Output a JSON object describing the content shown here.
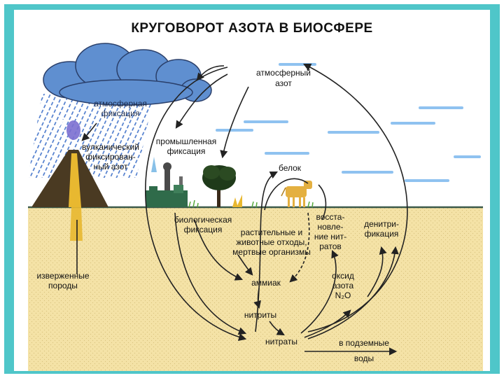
{
  "title": "КРУГОВОРОТ АЗОТА В БИОСФЕРЕ",
  "labels": {
    "atm_nitrogen_1": "атмосферный",
    "atm_nitrogen_2": "азот",
    "atm_fixation_1": "атмосферная",
    "atm_fixation_2": "фиксация",
    "volcanic_1": "вулканический",
    "volcanic_2": "фиксирован-",
    "volcanic_3": "ный азот",
    "industrial_1": "промышленная",
    "industrial_2": "фиксация",
    "protein": "белок",
    "bio_fixation_1": "биологическая",
    "bio_fixation_2": "фиксация",
    "waste_1": "растительные и",
    "waste_2": "животные отходы,",
    "waste_3": "мертвые организмы",
    "reduction_1": "восста-",
    "reduction_2": "новле-",
    "reduction_3": "ние нит-",
    "reduction_4": "ратов",
    "denitrification_1": "денитри-",
    "denitrification_2": "фикация",
    "igneous_1": "изверженные",
    "igneous_2": "породы",
    "ammonia": "аммиак",
    "oxide_1": "оксид",
    "oxide_2": "азота",
    "oxide_3": "N₂O",
    "nitrites": "нитриты",
    "nitrates": "нитраты",
    "groundwater_1": "в подземные",
    "groundwater_2": "воды"
  },
  "colors": {
    "frame": "#4fc6c9",
    "soil": "#f4e2a6",
    "ground_line": "#3c5a4a",
    "cloud": "#5f8fd0",
    "rain": "#3b6ec8",
    "volcano": "#4a3a22",
    "magma": "#e8b830",
    "arrow": "#222222",
    "grass": "#55a83a",
    "sky_streak": "#8fc2f0"
  }
}
